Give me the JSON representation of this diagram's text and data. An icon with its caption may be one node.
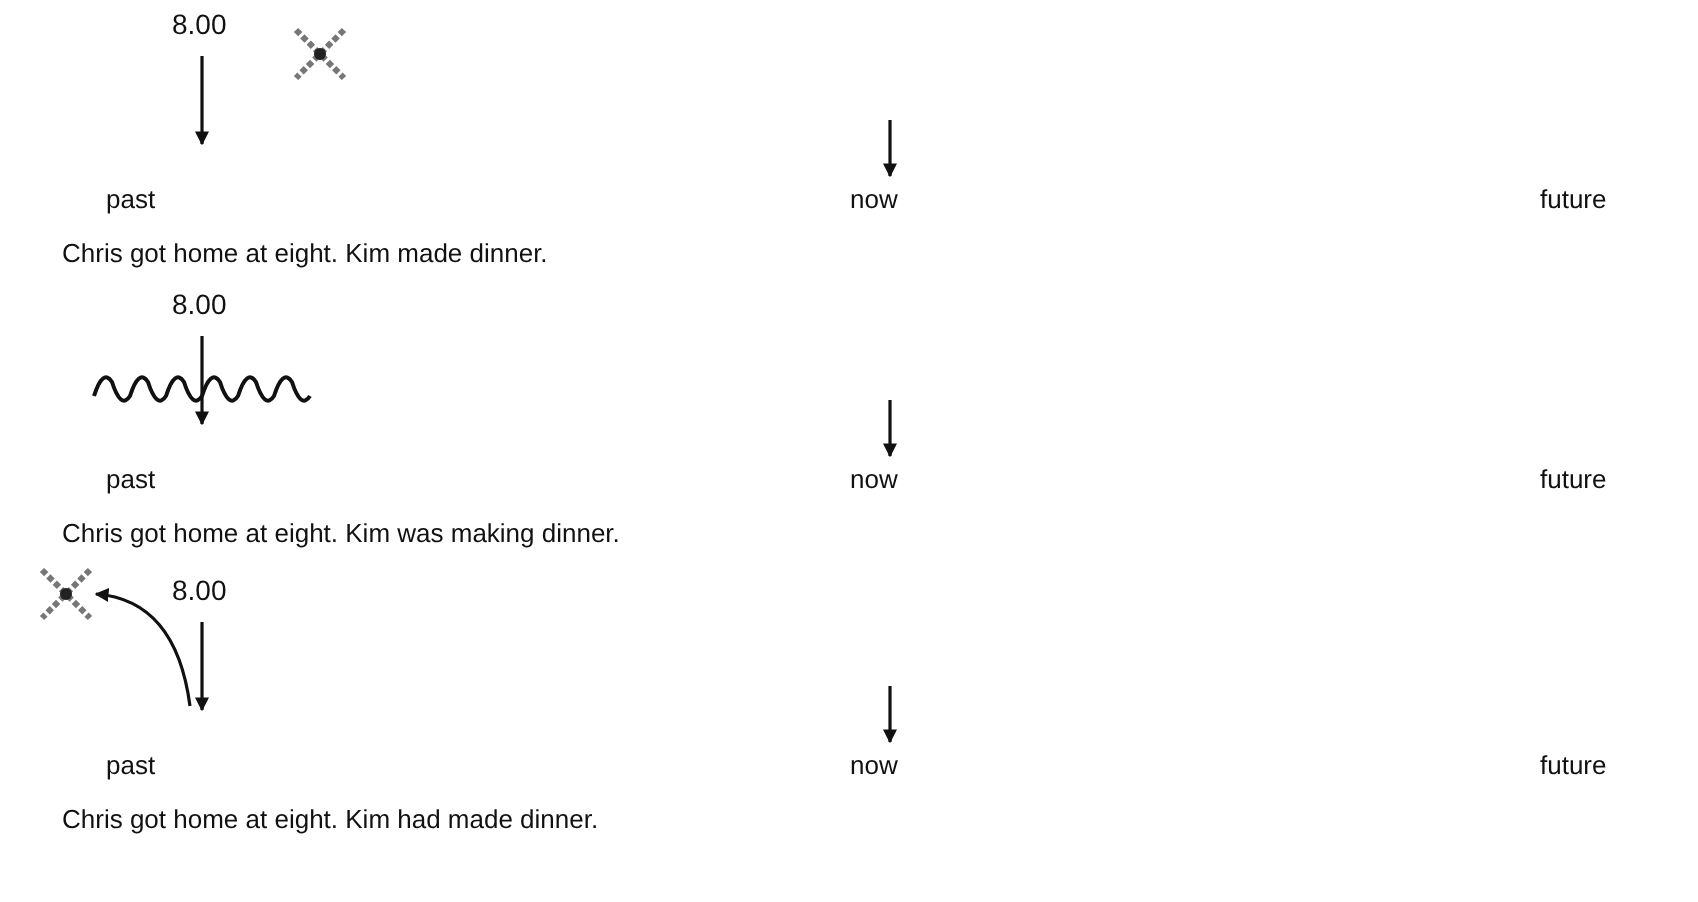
{
  "diagram": {
    "labels": [
      "8.00",
      "past",
      "now",
      "future",
      "Chris got home at eight. Kim made dinner.",
      "8.00",
      "past",
      "now",
      "future",
      "Chris got home at eight. Kim was making dinner.",
      "8.00",
      "past",
      "now",
      "future",
      "Chris got home at eight. Kim had made dinner."
    ]
  }
}
